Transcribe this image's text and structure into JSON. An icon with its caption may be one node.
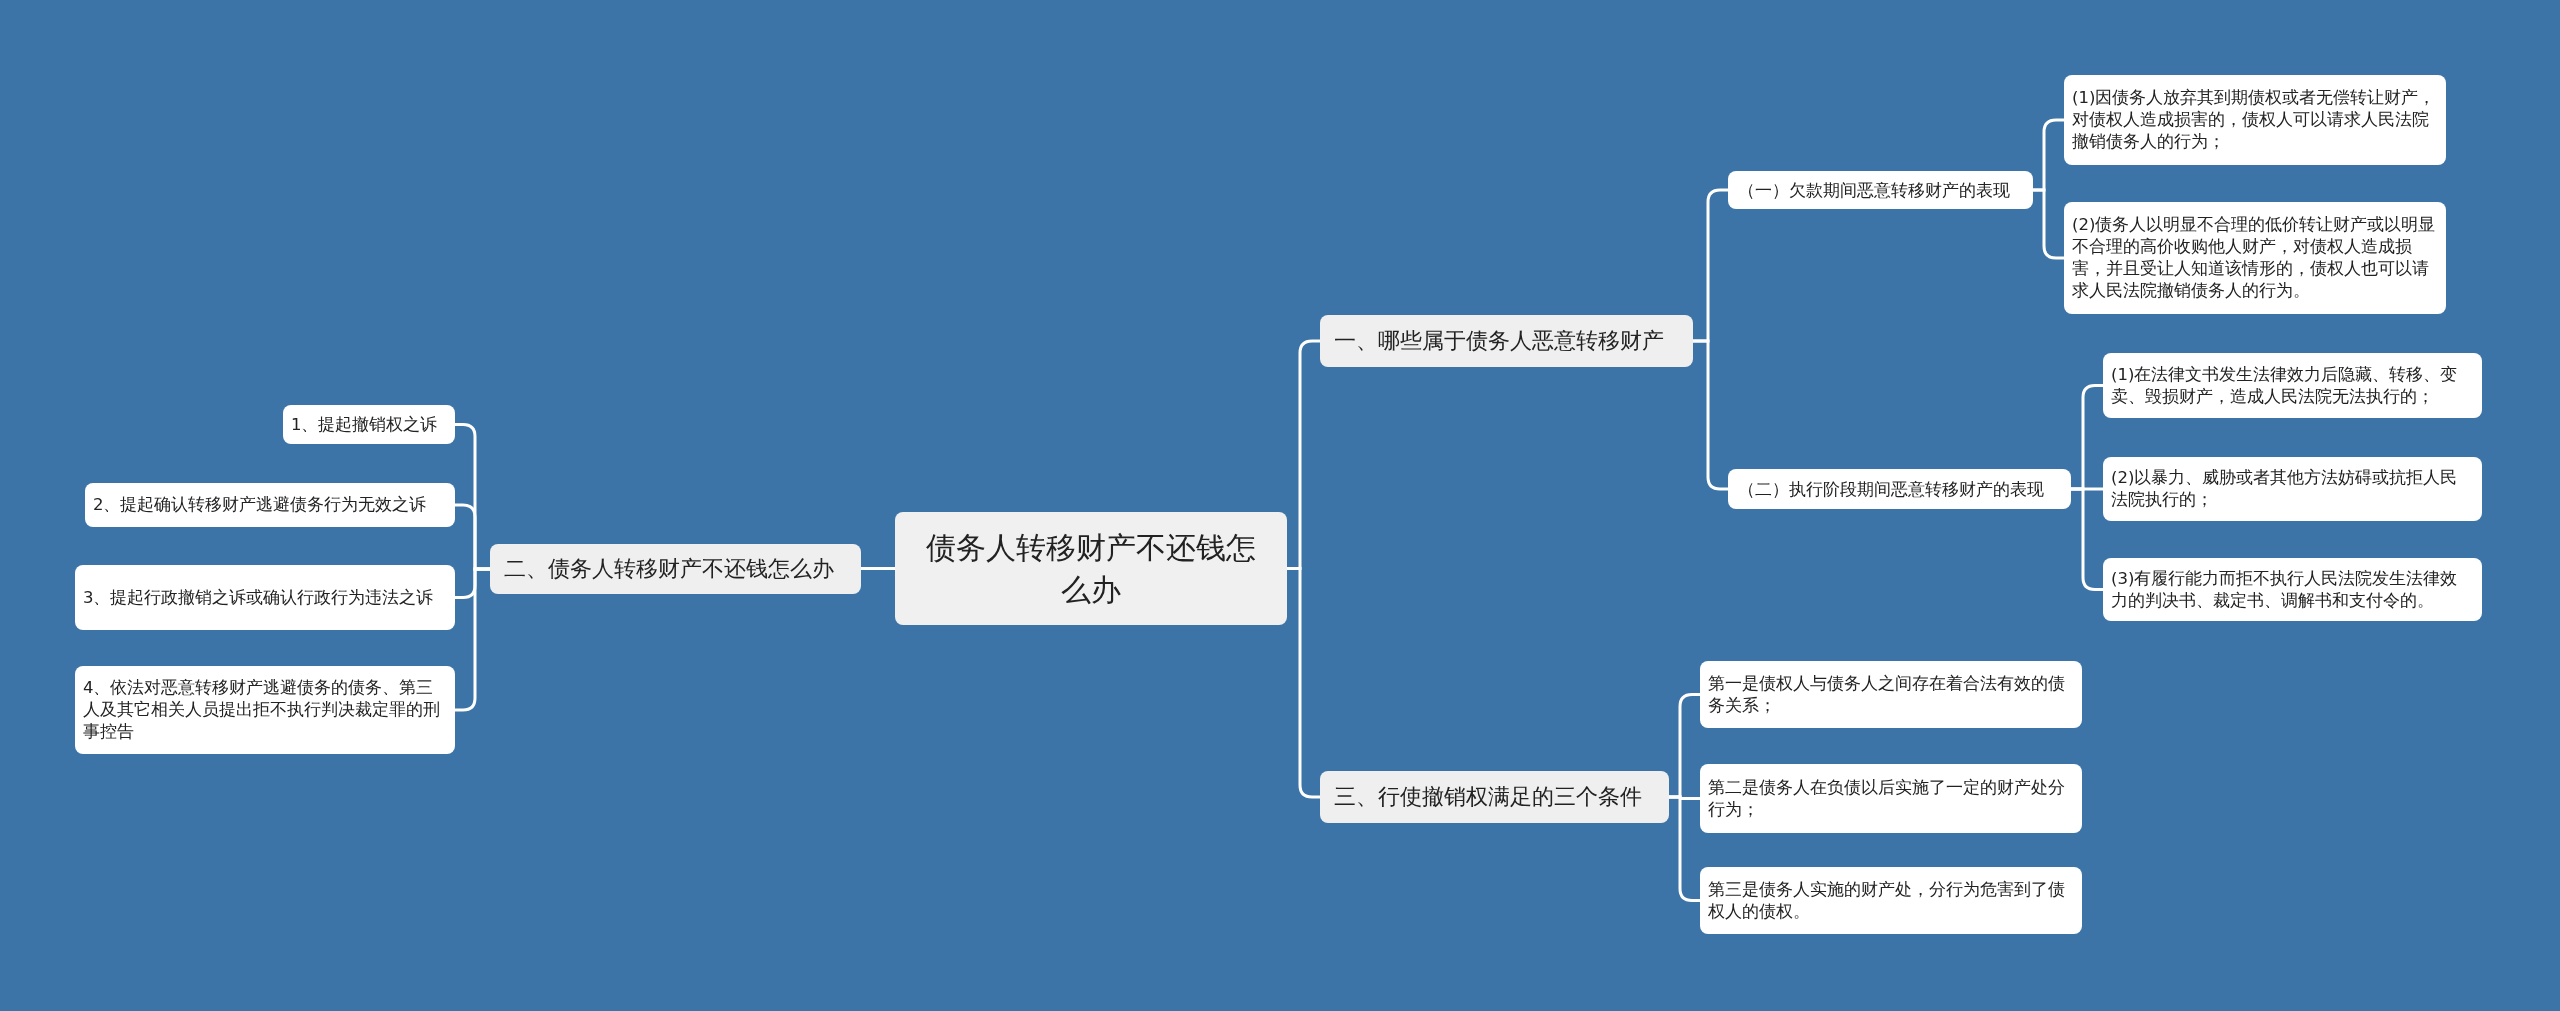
{
  "diagram": {
    "nodes": [
      {
        "text": [
          "债务人转移财产不还钱怎么办"
        ]
      },
      {
        "text": [
          "一、哪些属于债务人恶意转移财产"
        ]
      },
      {
        "text": [
          "（一）欠款期间恶意转移财产的表现"
        ]
      },
      {
        "text": [
          "(1)因债务人放弃其到期债权或者无偿转让财产，对债权人造成损害的，债权人可以请求人民法院撤销债务人的行为；"
        ]
      },
      {
        "text": [
          "(2)债务人以明显不合理的低价转让财产或以明显不合理的高价收购他人财产，对债权人造成损害，并且受让人知道该情形的，债权人也可以请求人民法院撤销债务人的行为。"
        ]
      },
      {
        "text": [
          "（二）执行阶段期间恶意转移财产的表现"
        ]
      },
      {
        "text": [
          "(1)在法律文书发生法律效力后隐藏、转移、变卖、毁损财产，造成人民法院无法执行的；"
        ]
      },
      {
        "text": [
          "(2)以暴力、威胁或者其他方法妨碍或抗拒人民法院执行的；"
        ]
      },
      {
        "text": [
          "(3)有履行能力而拒不执行人民法院发生法律效力的判决书、裁定书、调解书和支付令的。"
        ]
      },
      {
        "text": [
          "三、行使撤销权满足的三个条件"
        ]
      },
      {
        "text": [
          "第一是债权人与债务人之间存在着合法有效的债务关系；"
        ]
      },
      {
        "text": [
          "第二是债务人在负债以后实施了一定的财产处分行为；"
        ]
      },
      {
        "text": [
          "第三是债务人实施的财产处，分行为危害到了债权人的债权。"
        ]
      },
      {
        "text": [
          "二、债务人转移财产不还钱怎么办"
        ]
      },
      {
        "text": [
          "1、提起撤销权之诉"
        ]
      },
      {
        "text": [
          "2、提起确认转移财产逃避债务行为无效之诉"
        ]
      },
      {
        "text": [
          "3、提起行政撤销之诉或确认行政行为违法之诉"
        ]
      },
      {
        "text": [
          "4、依法对恶意转移财产逃避债务的债务、第三人及其它相关人员提出拒不执行判决裁定罪的刑事控告"
        ]
      }
    ],
    "edges": [
      {
        "from": 0,
        "to": 1,
        "arrow": "none"
      },
      {
        "from": 1,
        "to": 2,
        "arrow": "none"
      },
      {
        "from": 2,
        "to": 3,
        "arrow": "none"
      },
      {
        "from": 2,
        "to": 4,
        "arrow": "none"
      },
      {
        "from": 1,
        "to": 5,
        "arrow": "none"
      },
      {
        "from": 5,
        "to": 6,
        "arrow": "none"
      },
      {
        "from": 5,
        "to": 7,
        "arrow": "none"
      },
      {
        "from": 5,
        "to": 8,
        "arrow": "none"
      },
      {
        "from": 0,
        "to": 9,
        "arrow": "none"
      },
      {
        "from": 9,
        "to": 10,
        "arrow": "none"
      },
      {
        "from": 9,
        "to": 11,
        "arrow": "none"
      },
      {
        "from": 9,
        "to": 12,
        "arrow": "none"
      },
      {
        "from": 0,
        "to": 13,
        "arrow": "none"
      },
      {
        "from": 13,
        "to": 14,
        "arrow": "none"
      },
      {
        "from": 13,
        "to": 15,
        "arrow": "none"
      },
      {
        "from": 13,
        "to": 16,
        "arrow": "none"
      },
      {
        "from": 13,
        "to": 17,
        "arrow": "none"
      }
    ]
  }
}
